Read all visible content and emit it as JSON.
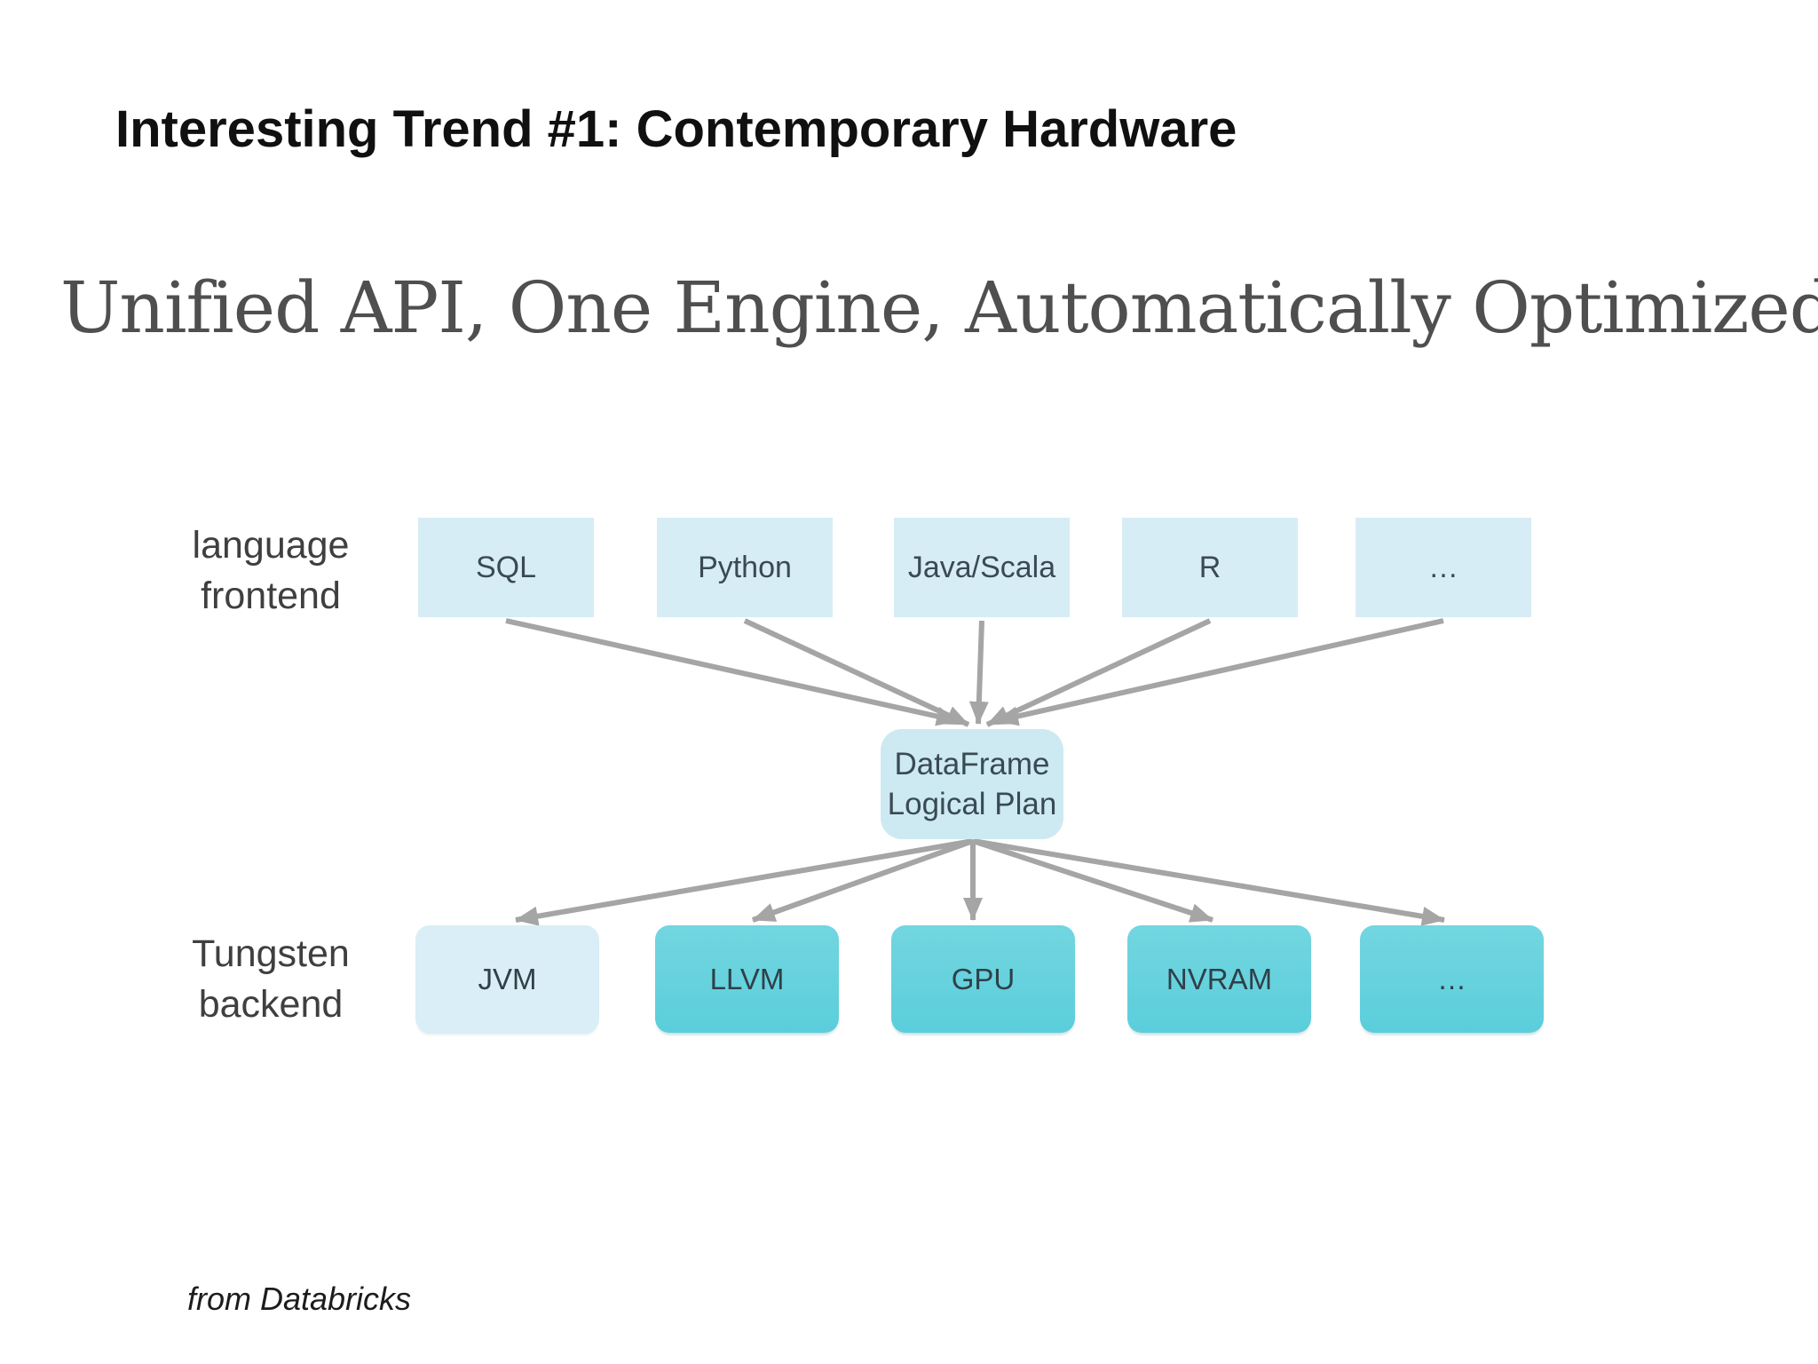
{
  "title": "Interesting Trend #1: Contemporary Hardware",
  "subtitle": "Unified API, One Engine, Automatically Optimized",
  "attribution": "from Databricks",
  "diagram": {
    "frontend_label": {
      "line1": "language",
      "line2": "frontend"
    },
    "backend_label": {
      "line1": "Tungsten",
      "line2": "backend"
    },
    "frontend_boxes": [
      "SQL",
      "Python",
      "Java/Scala",
      "R",
      "…"
    ],
    "center_box": {
      "line1": "DataFrame",
      "line2": "Logical Plan"
    },
    "backend_boxes": [
      "JVM",
      "LLVM",
      "GPU",
      "NVRAM",
      "…"
    ],
    "colors": {
      "frontend_box_bg": "#d7edf5",
      "center_box_bg": "#cdeaf2",
      "jvm_box_bg": "#d9eef6",
      "backend_box_bg": "#5bcedb",
      "backend_box_bg_top": "#72d6e0",
      "arrow": "#a5a5a5"
    }
  }
}
